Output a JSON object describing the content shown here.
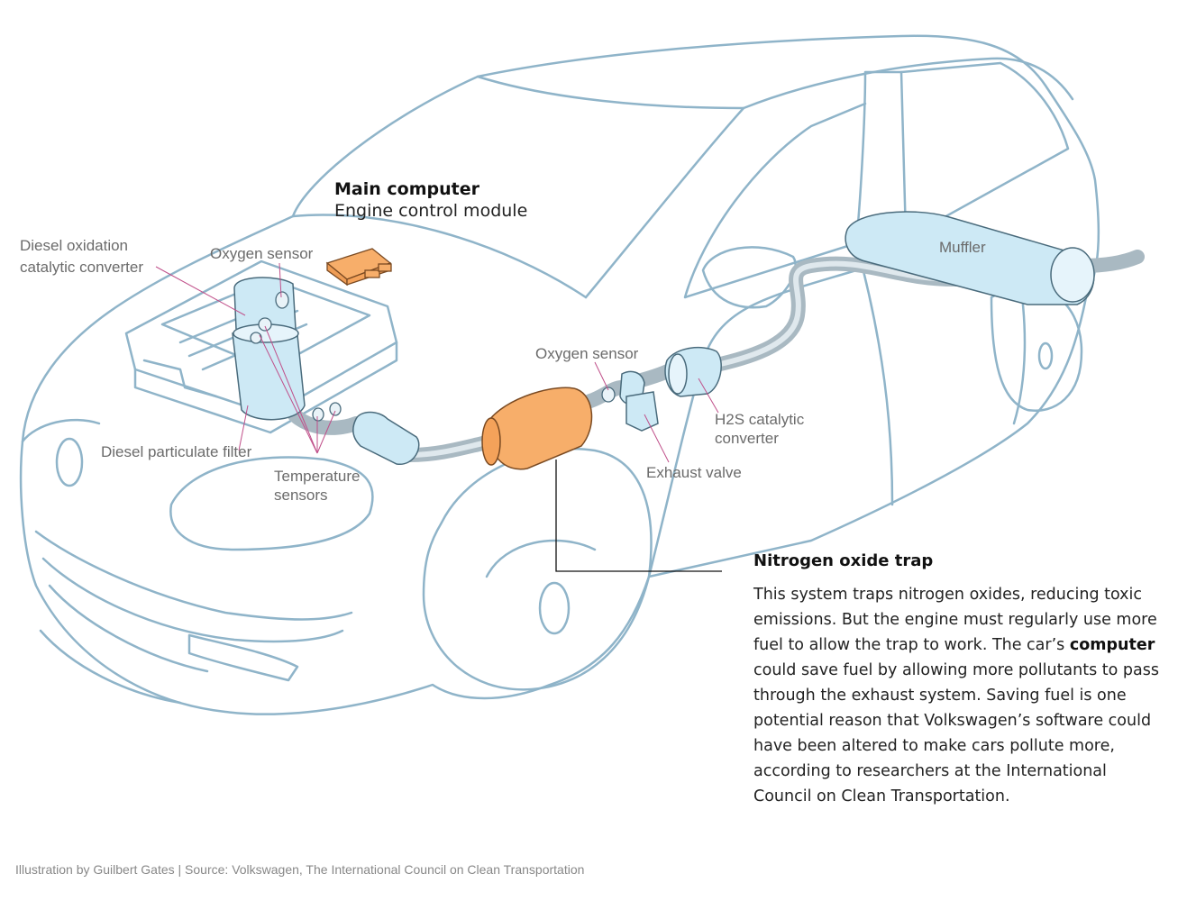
{
  "labels": {
    "main_computer_title": "Main computer",
    "main_computer_sub": "Engine control module",
    "diesel_oxidation_line1": "Diesel oxidation",
    "diesel_oxidation_line2": "catalytic converter",
    "oxygen_sensor_front": "Oxygen sensor",
    "oxygen_sensor_rear": "Oxygen sensor",
    "diesel_particulate_filter": "Diesel particulate filter",
    "temperature_line1": "Temperature",
    "temperature_line2": "sensors",
    "h2s_line1": "H2S catalytic",
    "h2s_line2": "converter",
    "exhaust_valve": "Exhaust valve",
    "muffler": "Muffler"
  },
  "callout": {
    "title": "Nitrogen oxide trap",
    "body_before": "This system traps nitrogen oxides, reducing toxic emissions. But the engine must regularly use more fuel to allow the trap to work. The car’s ",
    "body_bold": "computer",
    "body_after": " could save fuel by allowing more pollutants to pass through the exhaust system. Saving fuel is one potential reason that Volkswagen’s software could have been altered to make cars pollute more, according to researchers at the International Council on Clean Transportation."
  },
  "credit": "Illustration by Guilbert Gates  |  Source: Volkswagen, The International Council on Clean Transportation",
  "colors": {
    "car_outline": "#8fb4c9",
    "pipe": "#b9c7cf",
    "component_fill": "#cde9f5",
    "highlight_orange": "#f7ae6a",
    "leader_pink": "#c0508a"
  }
}
